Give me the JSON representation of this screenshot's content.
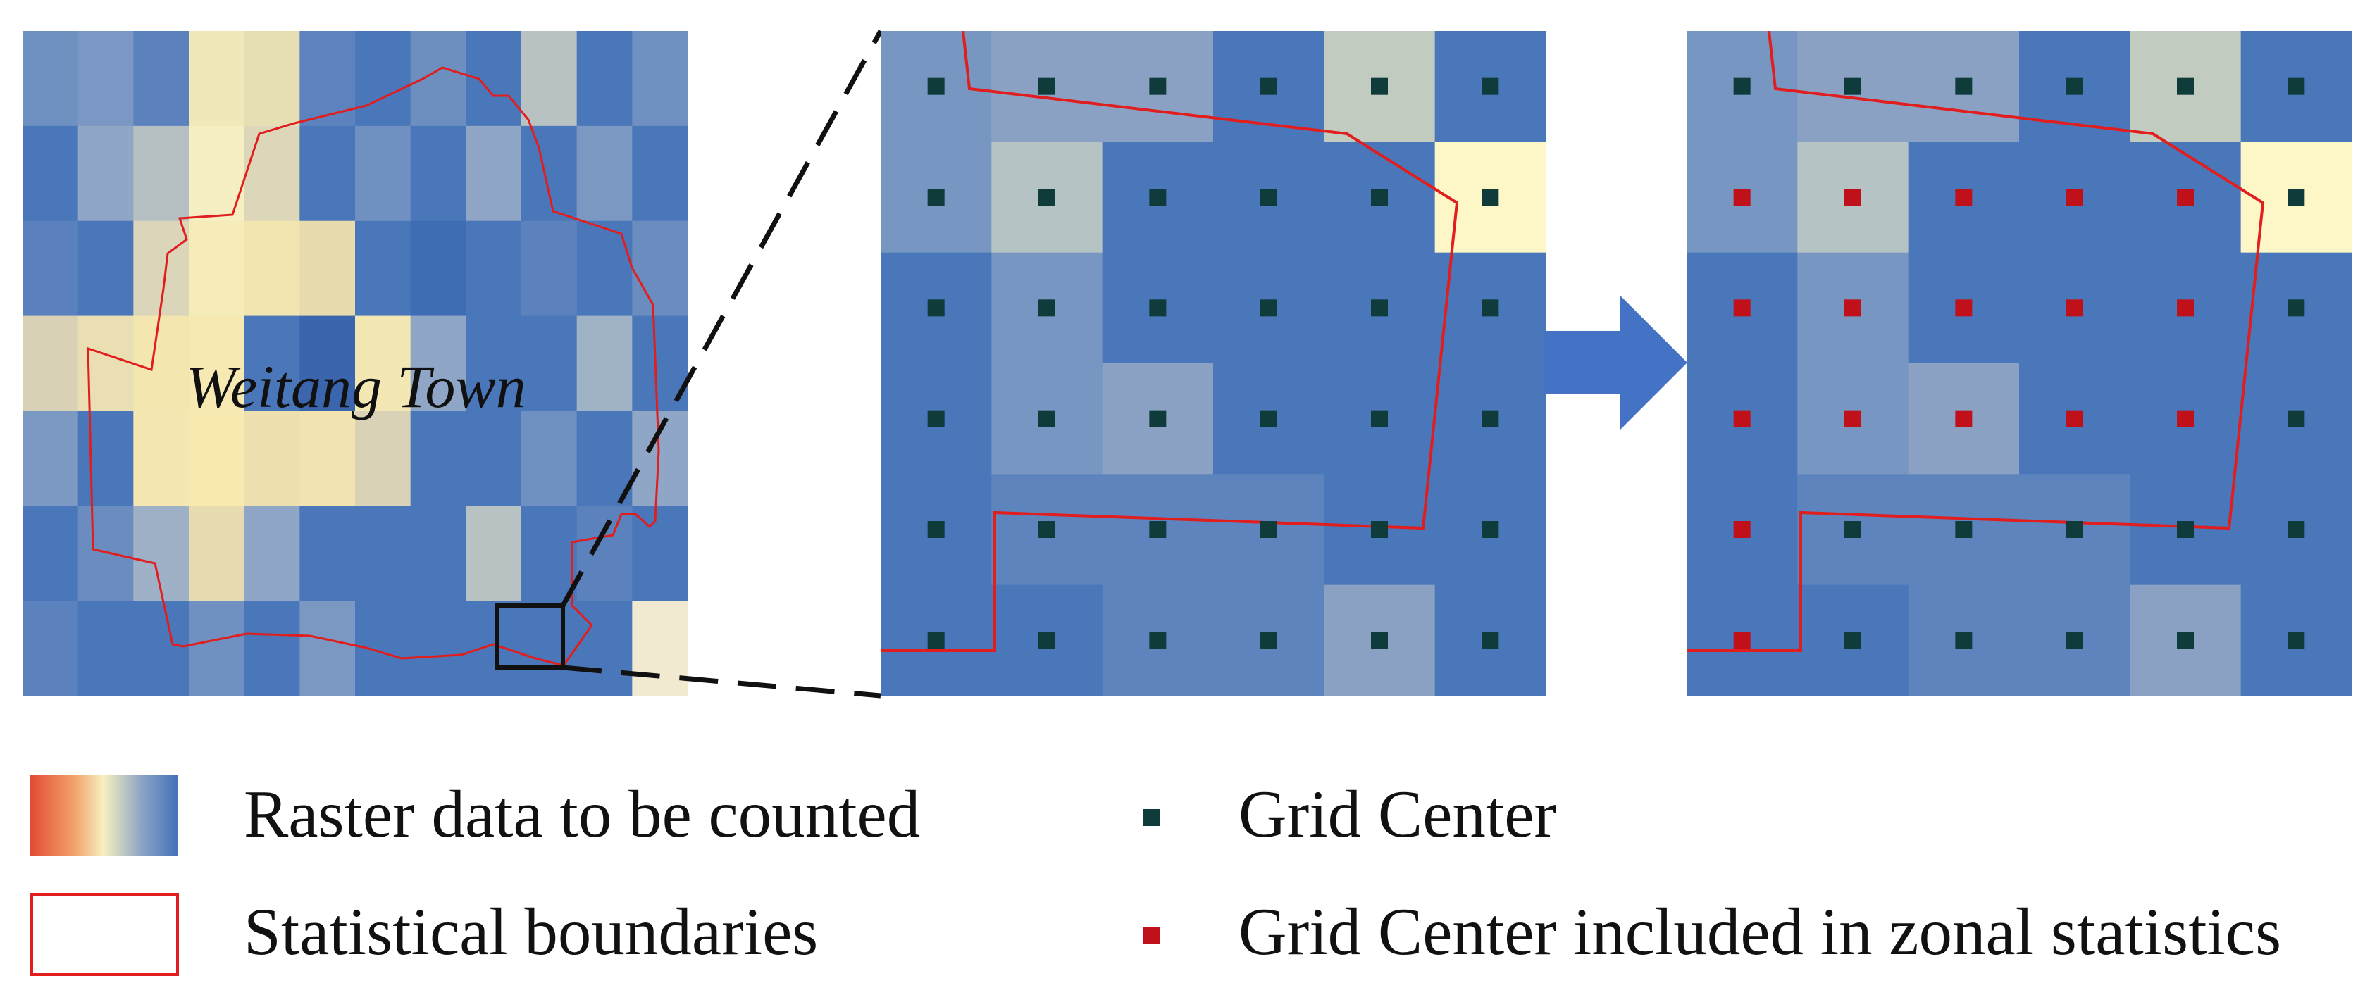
{
  "colors": {
    "raster_scale": [
      "#e24a33",
      "#f2a16a",
      "#f6f0c0",
      "#8fa6c6",
      "#4472b8"
    ],
    "boundary": "#e11d1d",
    "grid_center": "#0f3b3b",
    "grid_center_included": "#c0101a",
    "arrow": "#4472c4"
  },
  "overview_map": {
    "label": "Weitang Town",
    "legend_cells": [
      [
        "#6f91c1",
        "#7a98c3",
        "#5b82bd",
        "#f0e8b8",
        "#e7dfb4",
        "#5c83bd",
        "#4a77ba",
        "#6d8fc0",
        "#4a77ba",
        "#b9c2c2",
        "#4a77ba",
        "#6f90c0"
      ],
      [
        "#4a77ba",
        "#8fa6c6",
        "#b6c0c3",
        "#f5efc3",
        "#dcd7b8",
        "#4a77ba",
        "#6f90c0",
        "#4a77ba",
        "#8fa6c6",
        "#4a77ba",
        "#7b98c3",
        "#4a77ba"
      ],
      [
        "#5a81bd",
        "#4a77ba",
        "#dbd6b9",
        "#f6ecb8",
        "#f3e5b0",
        "#e8dcae",
        "#4a77ba",
        "#3f6db4",
        "#4a77ba",
        "#5b82bd",
        "#4a77ba",
        "#6a8cbf"
      ],
      [
        "#d8d1b5",
        "#e9dfb3",
        "#f4e6af",
        "#f7e9b2",
        "#4a77ba",
        "#3b66ad",
        "#f3e7b4",
        "#8fa6c6",
        "#4a77ba",
        "#4a77ba",
        "#a0b2c6",
        "#4a77ba"
      ],
      [
        "#7c99c4",
        "#4a77ba",
        "#f5e7b1",
        "#f8e9b0",
        "#eedfae",
        "#f2e4b0",
        "#d9d2b6",
        "#4a77ba",
        "#4a77ba",
        "#6f90c0",
        "#4a77ba",
        "#8fa6c6"
      ],
      [
        "#4a77ba",
        "#6a8cbf",
        "#9fb1c6",
        "#e7dcb0",
        "#8fa6c6",
        "#4a77ba",
        "#4a77ba",
        "#4a77ba",
        "#b9c2c2",
        "#4a77ba",
        "#5b82bd",
        "#4a77ba"
      ],
      [
        "#5b82bd",
        "#4a77ba",
        "#4a77ba",
        "#6f90c0",
        "#4a77ba",
        "#7b98c3",
        "#4a77ba",
        "#4a77ba",
        "#4a77ba",
        "#4a77ba",
        "#4a77ba",
        "#f1ead0"
      ]
    ]
  },
  "zoom_grid": {
    "cells": [
      [
        "#7796c2",
        "#8aa1c4",
        "#8aa1c4",
        "#4a77ba",
        "#c2cbc0",
        "#4a77ba"
      ],
      [
        "#7796c2",
        "#b6c3c4",
        "#4a77ba",
        "#4a77ba",
        "#4a77ba",
        "#fdf7c8"
      ],
      [
        "#4a77ba",
        "#7796c2",
        "#4a77ba",
        "#4a77ba",
        "#4a77ba",
        "#4a77ba"
      ],
      [
        "#4a77ba",
        "#7796c2",
        "#8aa1c4",
        "#4a77ba",
        "#4a77ba",
        "#4a77ba"
      ],
      [
        "#4a77ba",
        "#5e84bd",
        "#5e84bd",
        "#5e84bd",
        "#4a77ba",
        "#4a77ba"
      ],
      [
        "#4a77ba",
        "#4a77ba",
        "#5e84bd",
        "#5e84bd",
        "#8aa1c4",
        "#4a77ba"
      ]
    ],
    "included_centers": [
      [
        false,
        false,
        false,
        false,
        false,
        false
      ],
      [
        true,
        true,
        true,
        true,
        true,
        false
      ],
      [
        true,
        true,
        true,
        true,
        true,
        false
      ],
      [
        true,
        true,
        true,
        true,
        true,
        false
      ],
      [
        true,
        false,
        false,
        false,
        false,
        false
      ],
      [
        true,
        false,
        false,
        false,
        false,
        false
      ]
    ]
  },
  "legend": {
    "raster_label": "Raster data to be counted",
    "boundary_label": "Statistical boundaries",
    "grid_center_label": "Grid Center",
    "grid_center_included_label": "Grid Center included in zonal statistics"
  }
}
